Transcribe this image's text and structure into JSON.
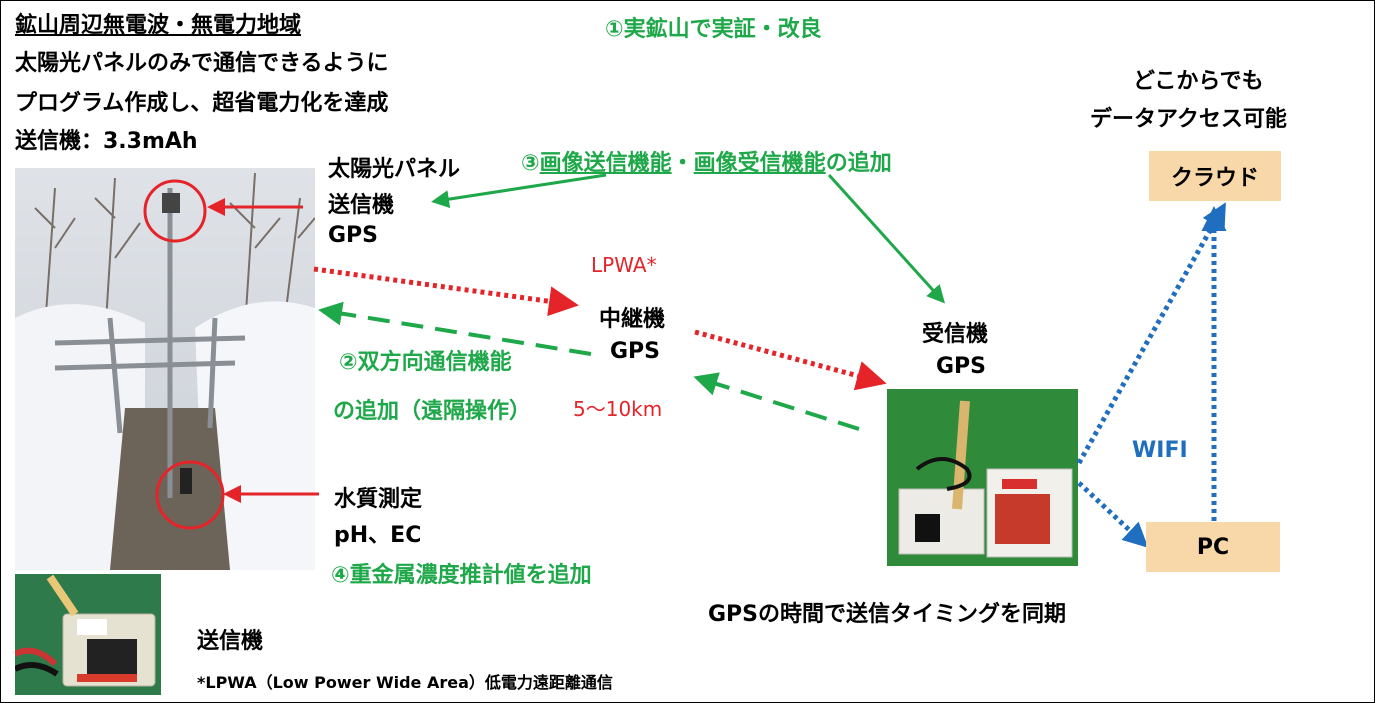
{
  "colors": {
    "green": "#1fa84a",
    "red": "#e5242a",
    "blue": "#1f6ebf",
    "box": "#f8d7a8"
  },
  "intro": {
    "heading": "鉱山周辺無電波・無電力地域",
    "line1": "太陽光パネルのみで通信できるように",
    "line2": "プログラム作成し、超省電力化を達成",
    "line3": "送信機：3.3mAh"
  },
  "step1": "①実鉱山で実証・改良",
  "step3": {
    "part1": "③",
    "part2": "画像送信機能",
    "part3": "・",
    "part4": "画像受信機能",
    "part5": "の追加"
  },
  "transmitter_label": {
    "line1": "太陽光パネル",
    "line2": "送信機",
    "line3": "GPS"
  },
  "lpwa": "LPWA*",
  "relay": {
    "line1": "中継機",
    "line2": "GPS"
  },
  "step2": {
    "line1": "②双方向通信機能",
    "line2": "の追加（遠隔操作）"
  },
  "distance": "5～10km",
  "receiver": {
    "line1": "受信機",
    "line2": "GPS"
  },
  "access": {
    "line1": "どこからでも",
    "line2": "データアクセス可能"
  },
  "cloud": "クラウド",
  "wifi": "WIFI",
  "pc": "PC",
  "water": {
    "line1": "水質測定",
    "line2": "pH、EC"
  },
  "step4": "④重金属濃度推計値を追加",
  "gps_sync": "GPSの時間で送信タイミングを同期",
  "small_caption": "送信機",
  "footnote": "*LPWA（Low Power Wide Area）低電力遠距離通信"
}
